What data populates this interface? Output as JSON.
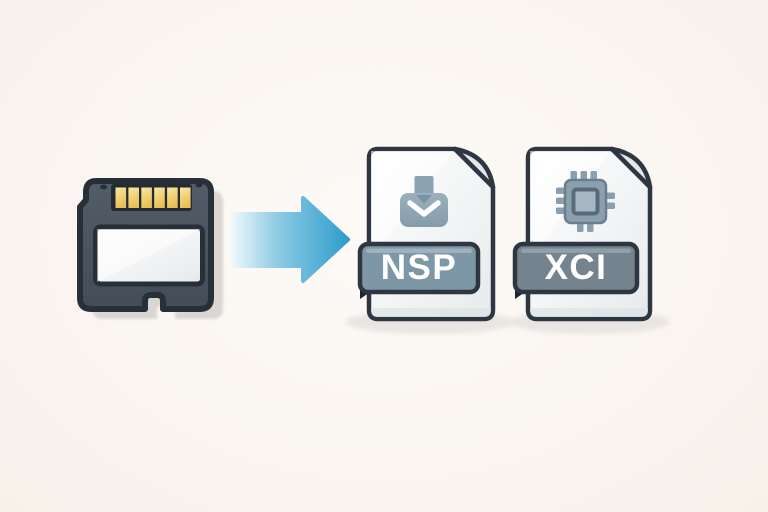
{
  "illustration": {
    "background_color": "#faf5f0",
    "arrow": {
      "name": "arrow-right",
      "color_start": "#f3fafd",
      "color_mid": "#8ecbe4",
      "color_end": "#2f9dcb"
    },
    "memory_card": {
      "name": "memory-card",
      "body_color": "#4a545f",
      "outline_color": "#272f38",
      "pin_color_light": "#fae79f",
      "pin_color_dark": "#e9bf55",
      "label_color": "#f2f3f4",
      "shadow_color": "#dbd6d2"
    },
    "file_style": {
      "page_outline": "#2e3741",
      "icon_color": "#8ca3b1",
      "ground_shadow_color": "#e9e5e1"
    },
    "files": [
      {
        "label": "NSP",
        "icon": "download-icon",
        "badge_color": "#7e97a7",
        "text_color": "#ffffff"
      },
      {
        "label": "XCI",
        "icon": "chip-icon",
        "badge_color": "#75838f",
        "text_color": "#ffffff"
      }
    ]
  }
}
